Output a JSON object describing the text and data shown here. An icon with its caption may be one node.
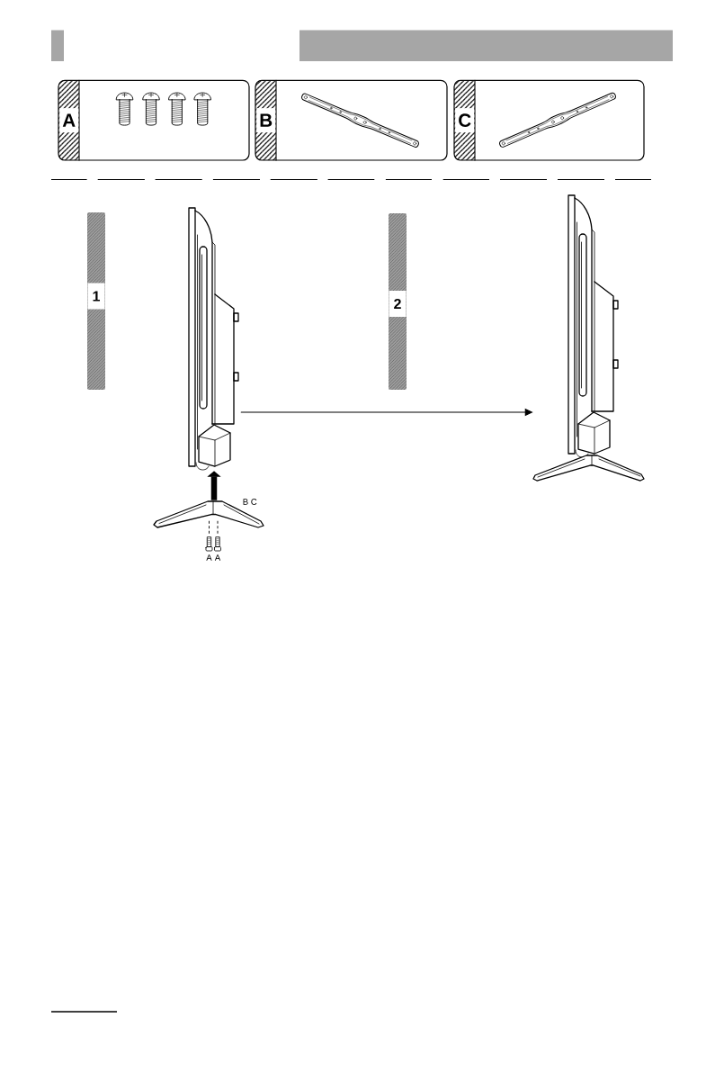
{
  "diagram": {
    "nodes": [
      {
        "text": [
          "A"
        ]
      },
      {
        "text": [
          "B"
        ]
      },
      {
        "text": [
          "C"
        ]
      },
      {
        "text": [
          "1"
        ]
      },
      {
        "text": [],
        "shape": "picture"
      },
      {
        "text": [
          "2"
        ]
      },
      {
        "text": [],
        "shape": "picture"
      },
      {
        "text": [],
        "shape": "picture",
        "beside": [
          "B C"
        ]
      },
      {
        "text": [],
        "shape": "picture",
        "beside": [
          "A"
        ]
      },
      {
        "text": [],
        "shape": "picture",
        "beside": [
          "A"
        ]
      }
    ],
    "edges": [
      {
        "from": 7,
        "to": 4,
        "arrow": "to",
        "style": "thick"
      },
      {
        "from": 4,
        "to": 6,
        "arrow": "to"
      },
      {
        "from": 8,
        "to": 7,
        "arrow": "none",
        "style": "dashed"
      },
      {
        "from": 9,
        "to": 7,
        "arrow": "none",
        "style": "dashed"
      }
    ]
  }
}
